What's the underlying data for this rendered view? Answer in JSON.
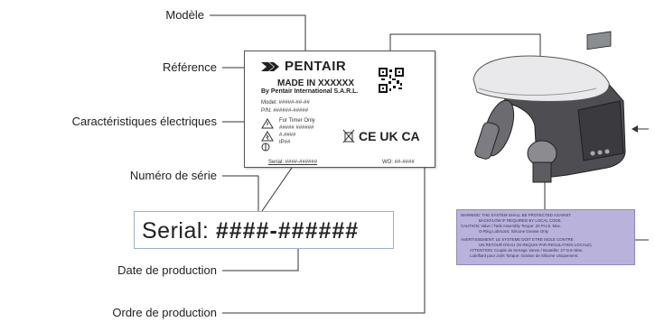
{
  "callouts": {
    "modele": "Modèle",
    "reference": "Référence",
    "caracteristiques": "Caractéristiques électriques",
    "numero_serie": "Numéro de série",
    "date_production": "Date de production",
    "ordre_production": "Ordre de production"
  },
  "label": {
    "brand": "PENTAIR",
    "made_in": "MADE IN XXXXXX",
    "by_line": "By Pentair International S.A.R.L.",
    "model_line": "Model: #####-##-##",
    "pn_line": "P/N: ######-#####",
    "timer_line": "For Timer Only",
    "spec_line1": "##### ######",
    "spec_line2": "#.####",
    "spec_line3": "IP##",
    "serial_line": "Serial: ####-######",
    "wo_line": "WO: ##-####",
    "marks": "CE UK CA"
  },
  "serial_zoom": {
    "prefix": "Serial:",
    "value": "####-######"
  },
  "warning_plate": {
    "line1": "WARNING: THE SYSTEM SHALL BE PROTECTED AGAINST",
    "line2": "BACKFLOW IF REQUIRED BY LOCAL CODE.",
    "line3": "CAUTION: Valve / Tank Assembly Torque: 20 Ft-Lb. Max.",
    "line4": "O-Ring Lubricant: Silicone Grease Only",
    "line5": "AVERTISSEMENT: LE SYSTEME DOIT ETRE ISOLE CONTRE",
    "line6": "UN RETOUR D'EAU (SI REQUIS PAR REGULATION LOCALE).",
    "line7": "ATTENTION: Couple de Serrage Vanne / Bouteille: 27 N.m Max.",
    "line8": "Lubrifiant pour Joint Torique: Graisse de Silicone Uniquement."
  }
}
